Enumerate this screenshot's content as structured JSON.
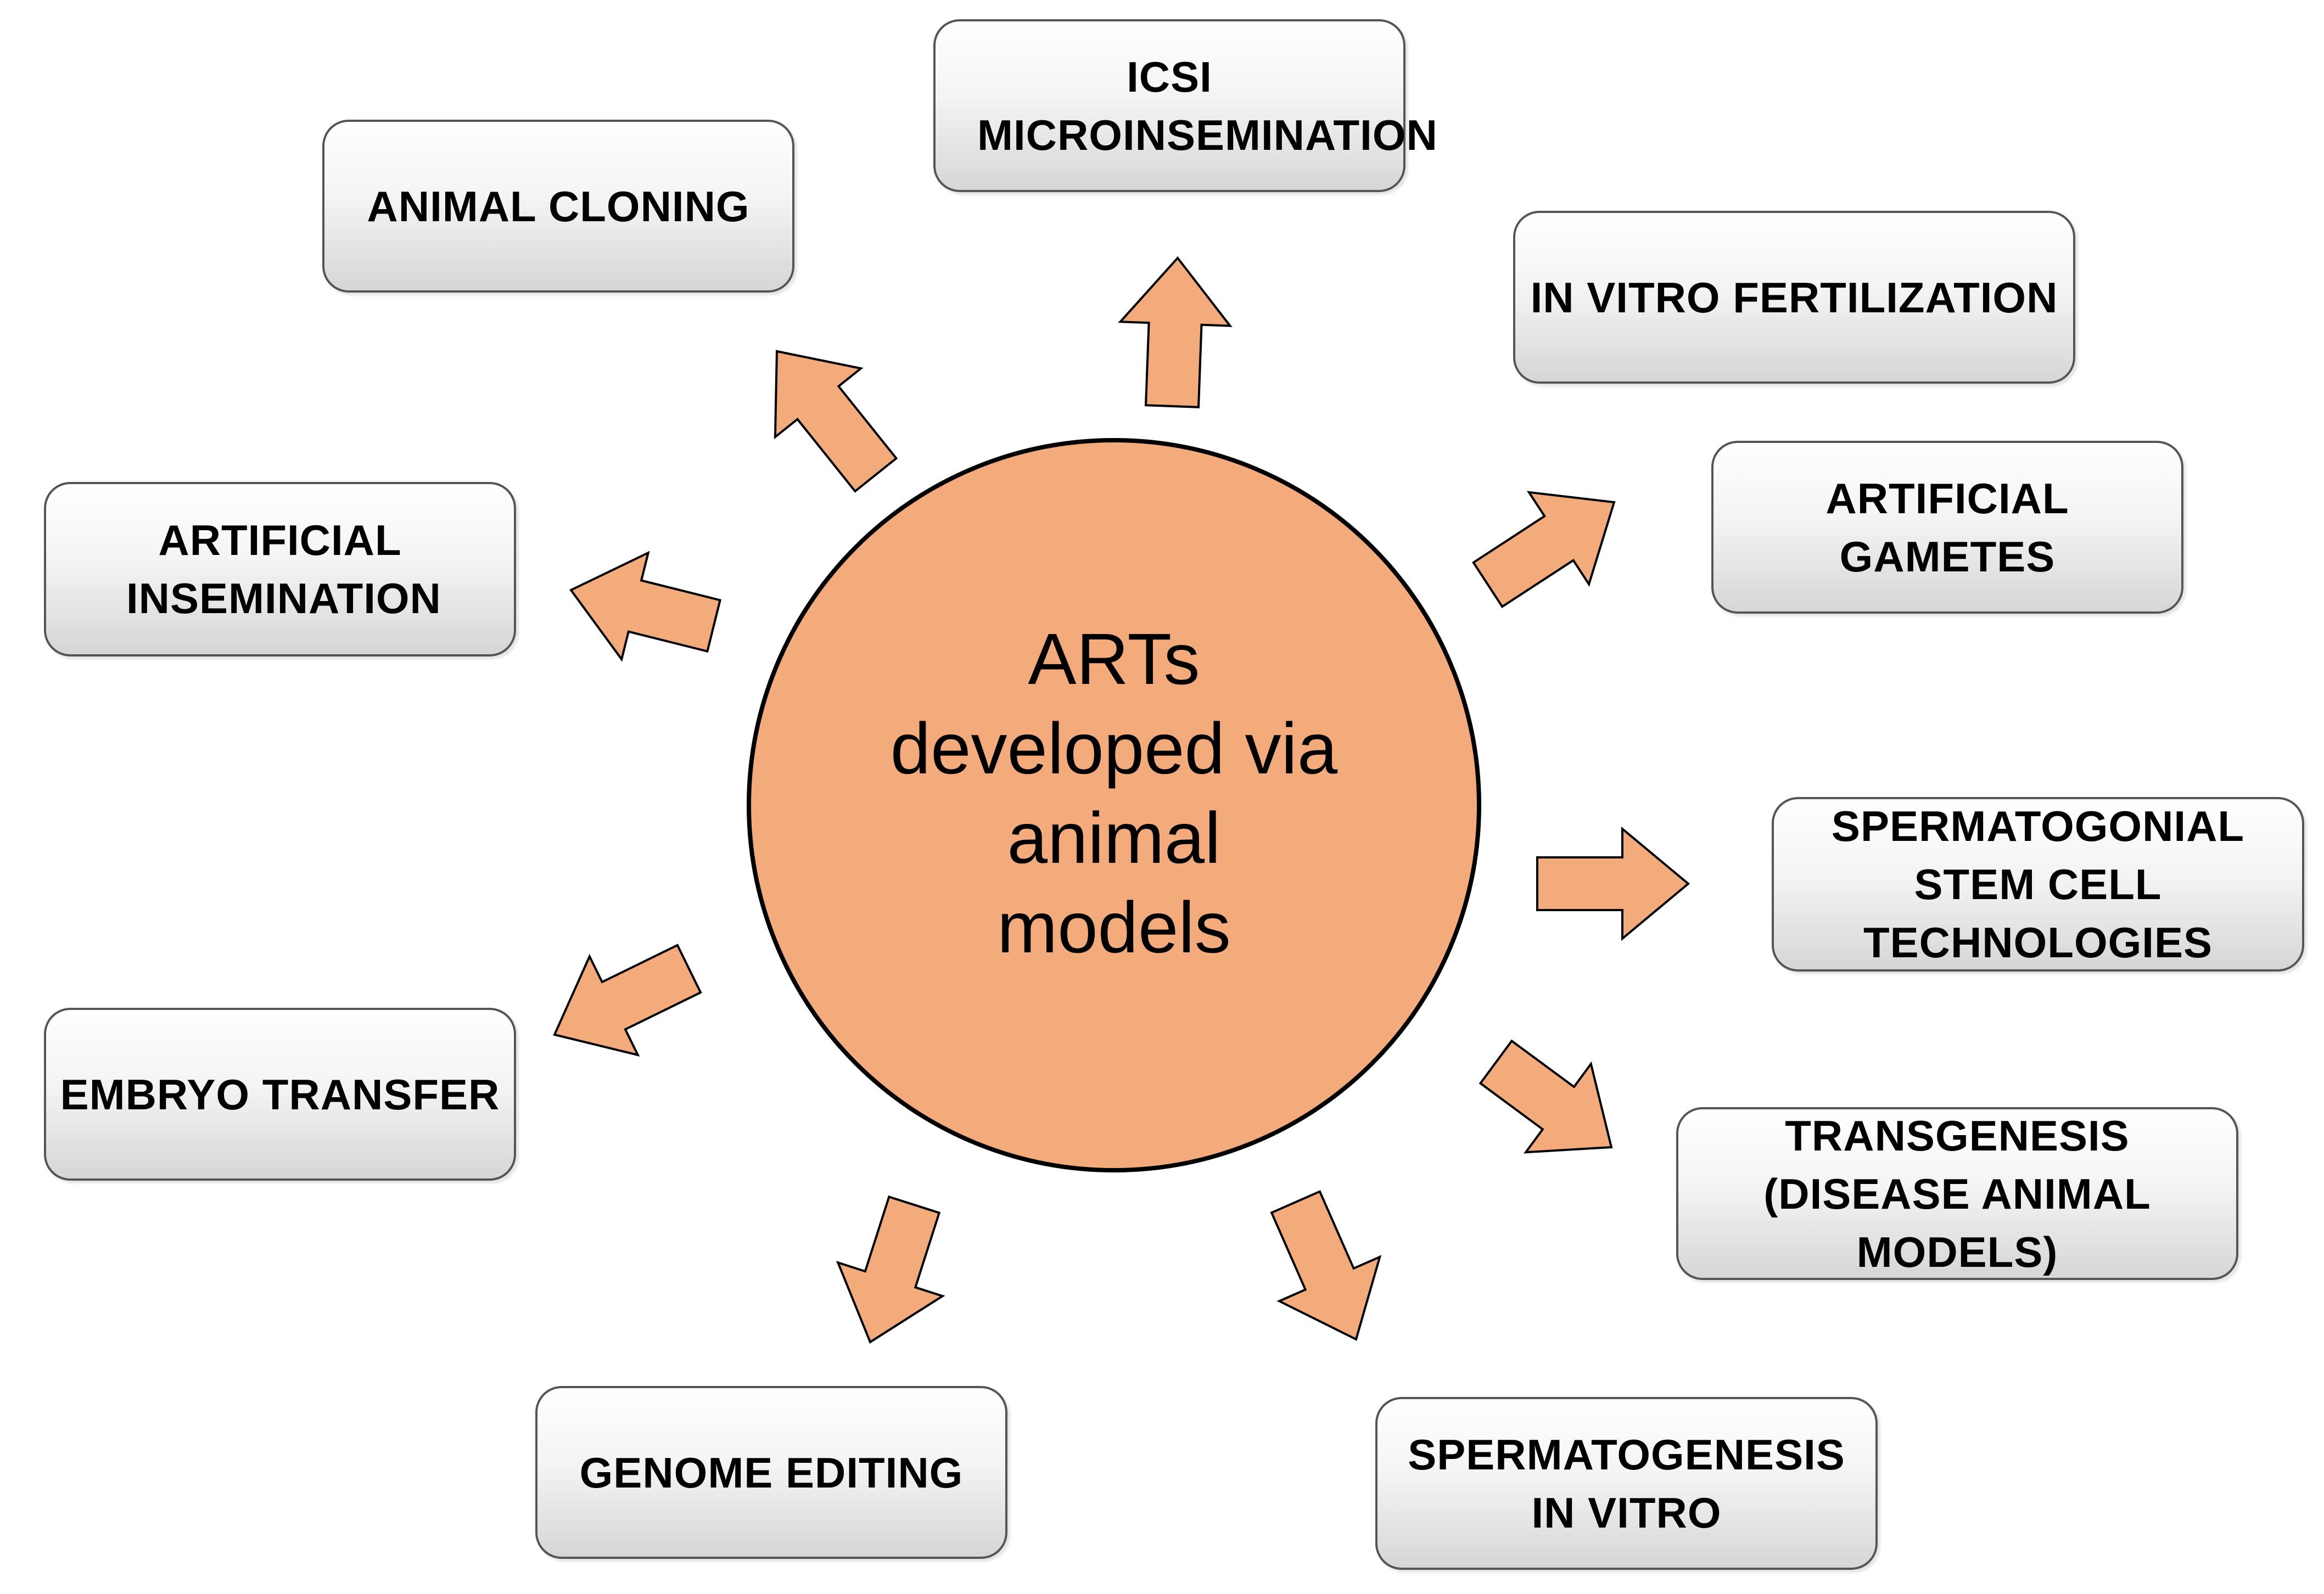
{
  "center": {
    "label": "ARTs developed via animal models"
  },
  "colors": {
    "circle_fill": "#f4ab7c",
    "arrow_fill": "#f4ab7c",
    "outline": "#000000",
    "box_border": "#555555"
  },
  "nodes": {
    "icsi": "ICSI MICROINSEMINATION",
    "animal_cloning": "ANIMAL CLONING",
    "in_vitro_fertilization": "IN VITRO FERTILIZATION",
    "artificial_gametes": "ARTIFICIAL GAMETES",
    "artificial_insemination": "ARTIFICIAL INSEMINATION",
    "spermatogonial": "SPERMATOGONIAL STEM CELL TECHNOLOGIES",
    "embryo_transfer": "EMBRYO TRANSFER",
    "transgenesis": "TRANSGENESIS (DISEASE ANIMAL MODELS)",
    "genome_editing": "GENOME EDITING",
    "spermatogenesis": "SPERMATOGENESIS IN VITRO"
  }
}
